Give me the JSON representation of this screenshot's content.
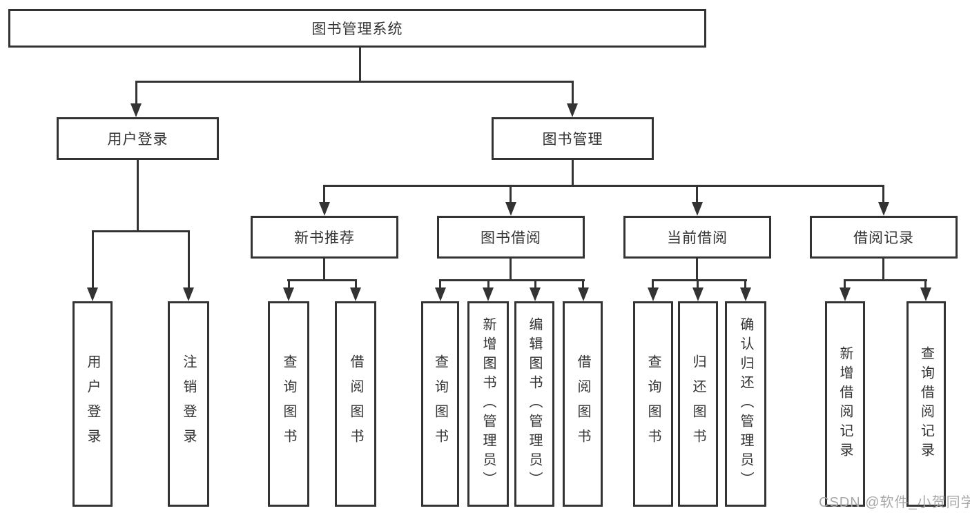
{
  "diagram": {
    "root": {
      "label": "图书管理系统"
    },
    "level1": [
      {
        "label": "用户登录",
        "children": [
          {
            "label": "用户登录"
          },
          {
            "label": "注销登录"
          }
        ]
      },
      {
        "label": "图书管理",
        "groups": [
          {
            "label": "新书推荐",
            "children": [
              {
                "label": "查询图书"
              },
              {
                "label": "借阅图书"
              }
            ]
          },
          {
            "label": "图书借阅",
            "children": [
              {
                "label": "查询图书"
              },
              {
                "label": "新增图书（管理员）"
              },
              {
                "label": "编辑图书（管理员）"
              },
              {
                "label": "借阅图书"
              }
            ]
          },
          {
            "label": "当前借阅",
            "children": [
              {
                "label": "查询图书"
              },
              {
                "label": "归还图书"
              },
              {
                "label": "确认归还（管理员）"
              }
            ]
          },
          {
            "label": "借阅记录",
            "children": [
              {
                "label": "新增借阅记录"
              },
              {
                "label": "查询借阅记录"
              }
            ]
          }
        ]
      }
    ]
  },
  "colors": {
    "line": "#333333",
    "text": "#333333",
    "watermark": "#a8a8a8"
  },
  "watermark": "CSDN @软件_小贺同学"
}
